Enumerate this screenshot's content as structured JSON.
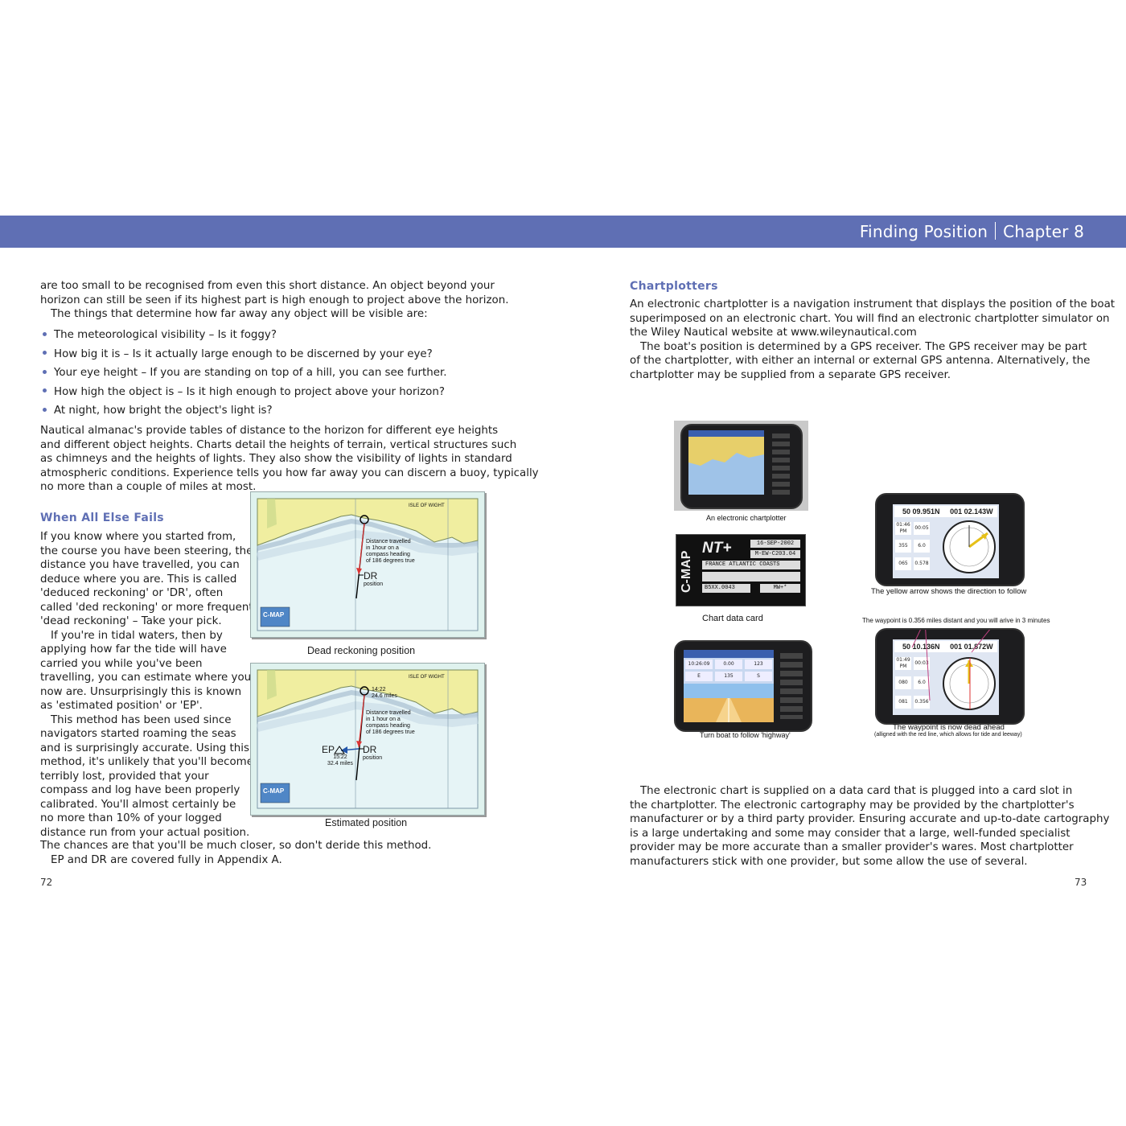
{
  "header": {
    "section": "Finding Position",
    "chapter": "Chapter 8"
  },
  "left_page": {
    "intro_lines": [
      "are too small to be recognised from even this short distance. An object beyond your",
      "horizon can still be seen if its highest part is high enough to project above the horizon.",
      "The things that determine how far away any object will be visible are:"
    ],
    "bullets": [
      "The meteorological visibility – Is it foggy?",
      "How big it is – Is it actually large enough to be discerned by your eye?",
      "Your eye height – If you are standing on top of a hill, you can see further.",
      "How high the object is – Is it high enough to project above your horizon?",
      "At night, how bright the object's light is?"
    ],
    "almanac_lines": [
      "Nautical almanac's provide tables of distance to the horizon for different eye heights",
      "and different object heights. Charts detail the heights of terrain, vertical structures such",
      "as chimneys and the heights of lights. They also show the visibility of lights in standard",
      "atmospheric conditions. Experience tells you how far away you can discern a buoy, typically",
      "no more than a couple of miles at most."
    ],
    "heading": "When All Else Fails",
    "column_lines": [
      "If you know where you started from,",
      "the course you have been steering, the",
      "distance you have travelled, you can",
      "deduce where you are. This is called",
      "'deduced reckoning' or 'DR', often",
      "called 'ded reckoning' or more frequently",
      "'dead reckoning' – Take your pick.",
      "If you're in tidal waters, then by",
      "applying how far the tide will have",
      "carried you while you've been",
      "travelling, you can estimate where you",
      "now are. Unsurprisingly this is known",
      "as 'estimated position' or 'EP'.",
      "This method has been used since",
      "navigators started roaming the seas",
      "and is surprisingly accurate. Using this",
      "method, it's unlikely that you'll become",
      "terribly lost, provided that your",
      "compass and log have been properly",
      "calibrated. You'll almost certainly be",
      "no more than 10% of your logged",
      "distance run from your actual position."
    ],
    "closing_lines": [
      "The chances are that you'll be much closer, so don't deride this method.",
      "EP and DR are covered fully in Appendix A."
    ],
    "page_number": "72",
    "map1": {
      "caption": "Dead reckoning position",
      "isle_label": "ISLE OF WIGHT",
      "annotation": [
        "Distance travelled",
        "in 1hour on a",
        "compass heading",
        "of 186 degrees true"
      ],
      "dr_label": "DR",
      "dr_sub": "position",
      "logo": "C-MAP"
    },
    "map2": {
      "caption": "Estimated position",
      "isle_label": "ISLE OF WIGHT",
      "time_label": [
        "14:22",
        "24.6 miles"
      ],
      "annotation": [
        "Distance travelled",
        "in 1 hour on a",
        "compass heading",
        "of 186 degrees true"
      ],
      "ep_label": "EP",
      "ep_sub": [
        "15:22",
        "32.4 miles"
      ],
      "dr_label": "DR",
      "dr_sub": "position",
      "logo": "C-MAP"
    }
  },
  "right_page": {
    "heading": "Chartplotters",
    "para1_lines": [
      "An electronic chartplotter is a navigation instrument that displays the position of the boat",
      "superimposed on an electronic chart. You will find an electronic chartplotter simulator on",
      "the Wiley Nautical website at www.wileynautical.com",
      "The boat's position is determined by a GPS receiver. The GPS receiver may be part",
      "of the chartplotter, with either an internal or external GPS antenna. Alternatively, the",
      "chartplotter may be supplied from a separate GPS receiver."
    ],
    "figures": {
      "chartplotter_caption": "An electronic chartplotter",
      "card": {
        "brand": "C-MAP",
        "product": "NT+",
        "date": "16-SEP-2002",
        "code": "M-EW-C203.04",
        "region": "FRANCE ATLANTIC COASTS",
        "serial": "B5XX.0043",
        "suffix": "MW+*"
      },
      "card_caption": "Chart data card",
      "highway_caption": "Turn boat to follow 'highway'",
      "highway_readouts": [
        "10:26:09",
        "0.00",
        "123",
        "E",
        "135",
        "S"
      ],
      "gps1": {
        "lat": "50 09.951N",
        "lon": "001 02.143W",
        "readouts": [
          "01:46 PM",
          "00:05",
          "355",
          "6.0",
          "065",
          "0.578"
        ],
        "caption": "The yellow arrow shows the direction to follow"
      },
      "gps2": {
        "top_caption": "The  waypoint is 0.356 miles distant and you will arive in 3 minutes",
        "lat": "50 10.136N",
        "lon": "001 01.872W",
        "readouts": [
          "01:49 PM",
          "00:03",
          "080",
          "6.0",
          "081",
          "0.356"
        ],
        "caption": "The waypoint is now dead ahead",
        "subcaption": "(alligned with the red line, which allows for tide and leeway)"
      }
    },
    "para2_lines": [
      "The electronic chart is supplied on a data card that is plugged into a card slot in",
      "the chartplotter. The electronic cartography may be provided by the chartplotter's",
      "manufacturer or by a third party provider. Ensuring accurate and up-to-date cartography",
      "is a large undertaking and some may consider that a large, well-funded specialist",
      "provider may be more accurate than a smaller provider's wares. Most chartplotter",
      "manufacturers stick with one provider, but some allow the use of several."
    ],
    "page_number": "73"
  }
}
